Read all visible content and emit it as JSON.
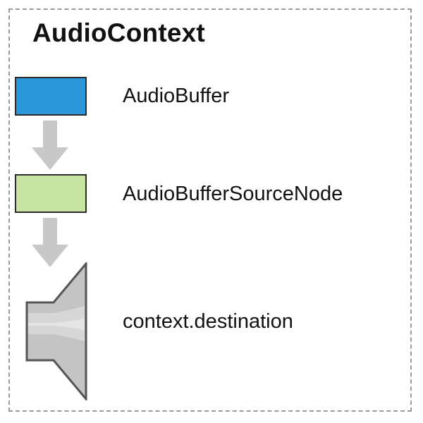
{
  "diagram": {
    "title": "AudioContext",
    "nodes": [
      {
        "label": "AudioBuffer",
        "color": "#2b96d8"
      },
      {
        "label": "AudioBufferSourceNode",
        "color": "#c7e4a2"
      },
      {
        "label": "context.destination",
        "icon": "speaker-icon"
      }
    ],
    "colors": {
      "frame_border": "#9a9a9a",
      "arrow": "#c8c8c8",
      "speaker_fill": "#c4c4c4",
      "speaker_stroke": "#555555"
    }
  }
}
